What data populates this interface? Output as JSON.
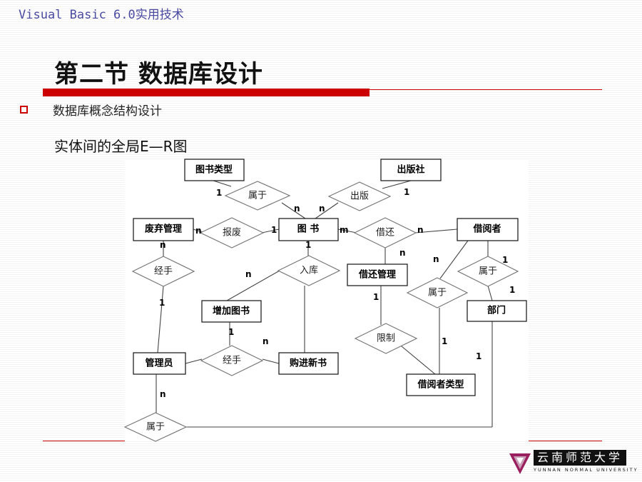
{
  "header": {
    "text": "Visual Basic 6.0实用技术"
  },
  "title": "第二节  数据库设计",
  "bullet": {
    "text": "数据库概念结构设计"
  },
  "subheading": "实体间的全局E—R图",
  "er_diagram": {
    "entities": {
      "book_type": "图书类型",
      "publisher": "出版社",
      "discard_mgmt": "废弃管理",
      "book": "图  书",
      "borrower": "借阅者",
      "borrow_mgmt": "借还管理",
      "department": "部门",
      "add_book": "增加图书",
      "manager": "管理员",
      "purchase_book": "购进新书",
      "borrower_type": "借阅者类型"
    },
    "relations": {
      "belongs_1": "属于",
      "publish": "出版",
      "scrap": "报废",
      "borrow_return": "借还",
      "handle_1": "经手",
      "stock_in": "入库",
      "belongs_2": "属于",
      "belongs_3": "属于",
      "limit": "限制",
      "handle_2": "经手",
      "belongs_4": "属于"
    },
    "cardinalities": {
      "c1": "1",
      "c2": "n",
      "c3": "n",
      "c4": "1",
      "c5": "n",
      "c6": "1",
      "c7": "m",
      "c8": "n",
      "c9": "n",
      "c10": "1",
      "c11": "n",
      "c12": "n",
      "c13": "1",
      "c14": "1",
      "c15": "1",
      "c16": "1",
      "c17": "n",
      "c18": "1",
      "c19": "1",
      "c20": "n"
    }
  },
  "logo": {
    "chinese": "云南师范大学",
    "english": "YUNNAN NORMAL UNIVERSITY",
    "colors": {
      "triangle_outer": "#9a1f5e",
      "triangle_inner": "#c8a0b8"
    }
  },
  "colors": {
    "accent_red": "#cc0000",
    "header_text": "#4a4aa0"
  }
}
